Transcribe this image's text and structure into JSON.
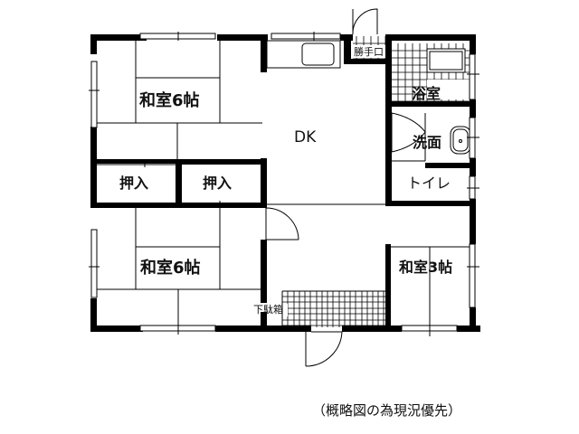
{
  "floor_plan": {
    "rooms": [
      {
        "id": "washitsu-6-north",
        "label": "和室6帖"
      },
      {
        "id": "dk",
        "label": "DK"
      },
      {
        "id": "bathroom",
        "label": "浴室"
      },
      {
        "id": "washroom",
        "label": "洗面"
      },
      {
        "id": "toilet",
        "label": "トイレ"
      },
      {
        "id": "closet-left",
        "label": "押入"
      },
      {
        "id": "closet-right",
        "label": "押入"
      },
      {
        "id": "washitsu-6-south",
        "label": "和室6帖"
      },
      {
        "id": "washitsu-3",
        "label": "和室3帖"
      }
    ],
    "fixtures": {
      "back_door": "勝手口",
      "shoe_box": "下駄箱"
    },
    "note": "（概略図の為現況優先）",
    "colors": {
      "wall": "#000000",
      "line": "#000000",
      "background": "#ffffff"
    }
  }
}
